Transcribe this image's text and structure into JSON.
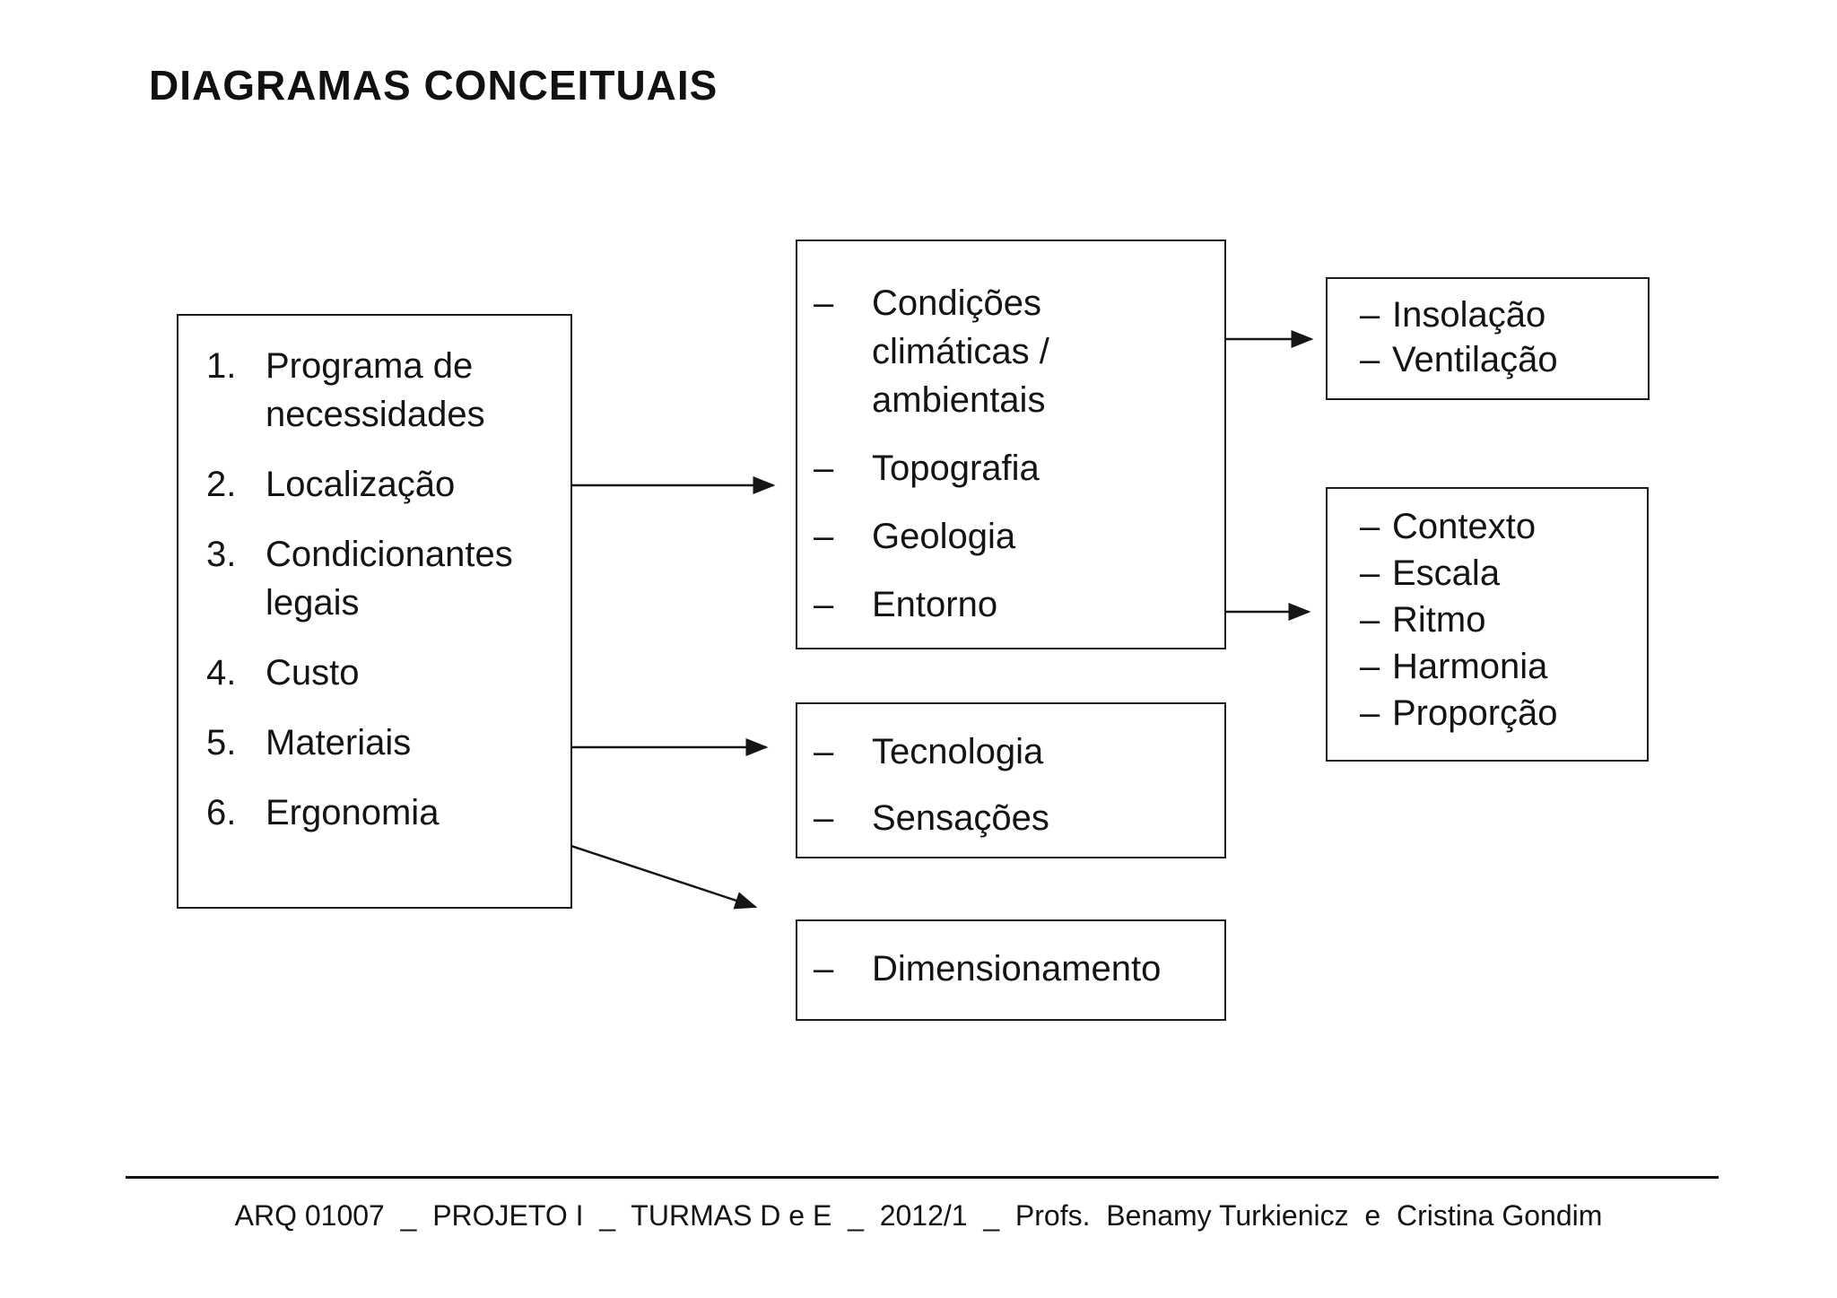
{
  "title": "DIAGRAMAS CONCEITUAIS",
  "bullet": "–",
  "left_box": {
    "items": [
      {
        "num": "1.",
        "label": "Programa de\nnecessidades"
      },
      {
        "num": "2.",
        "label": "Localização"
      },
      {
        "num": "3.",
        "label": "Condicionantes\nlegais"
      },
      {
        "num": "4.",
        "label": "Custo"
      },
      {
        "num": "5.",
        "label": "Materiais"
      },
      {
        "num": "6.",
        "label": "Ergonomia"
      }
    ]
  },
  "site_box": {
    "items": [
      "Condições\nclimáticas /\nambientais",
      "Topografia",
      "Geologia",
      "Entorno"
    ]
  },
  "insolacao_box": {
    "items": [
      "Insolação",
      "Ventilação"
    ]
  },
  "contexto_box": {
    "items": [
      "Contexto",
      "Escala",
      "Ritmo",
      "Harmonia",
      "Proporção"
    ]
  },
  "tecnologia_box": {
    "items": [
      "Tecnologia",
      "Sensações"
    ]
  },
  "dimensionamento_box": {
    "items": [
      "Dimensionamento"
    ]
  },
  "footer": {
    "text": "ARQ 01007  _  PROJETO I  _  TURMAS D e E  _  2012/1  _  Profs.  Benamy Turkienicz  e  Cristina Gondim"
  },
  "colors": {
    "ink": "#141414",
    "background": "#ffffff"
  }
}
